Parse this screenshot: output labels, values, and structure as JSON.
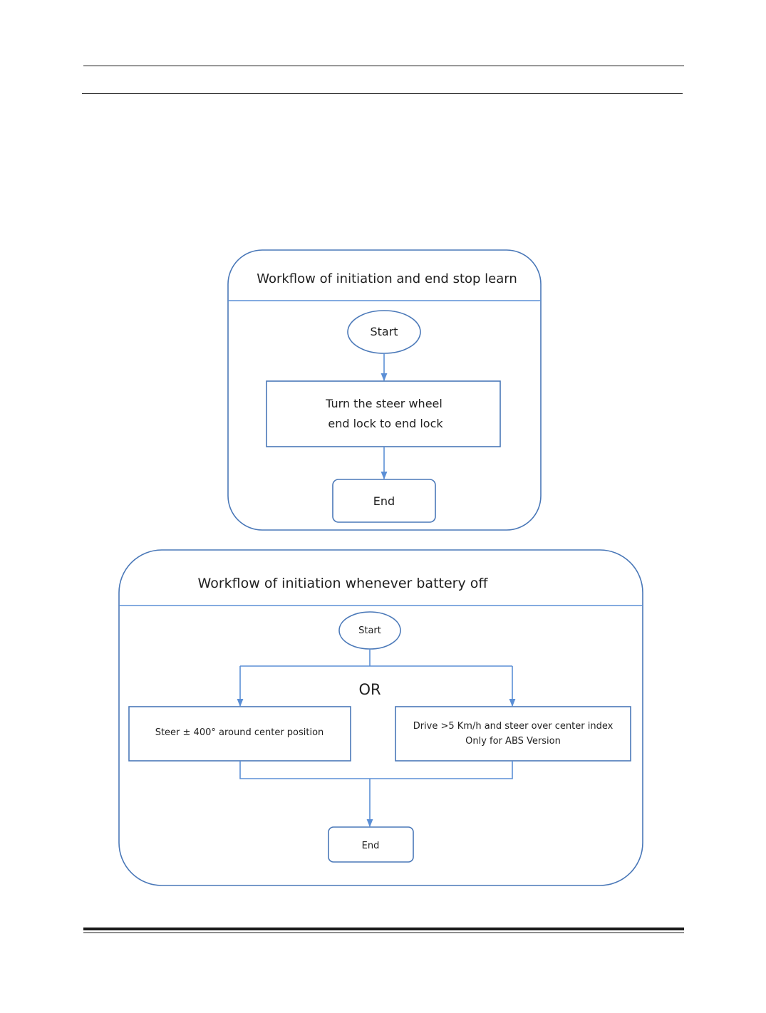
{
  "diagram1": {
    "title": "Workflow of initiation and end stop learn",
    "start_label": "Start",
    "step_lines": [
      "Turn the steer wheel",
      "end lock to end lock"
    ],
    "end_label": "End"
  },
  "diagram2": {
    "title": "Workflow of initiation whenever battery off",
    "start_label": "Start",
    "or_label": "OR",
    "left_step": "Steer ± 400° around center position",
    "right_step_lines": [
      "Drive >5 Km/h and steer over center index",
      "Only for ABS Version"
    ],
    "end_label": "End"
  },
  "colors": {
    "stroke": "#4a78b8",
    "connector": "#5b8fd6",
    "text": "#1f1f1f",
    "rule": "#1a1a1a"
  }
}
